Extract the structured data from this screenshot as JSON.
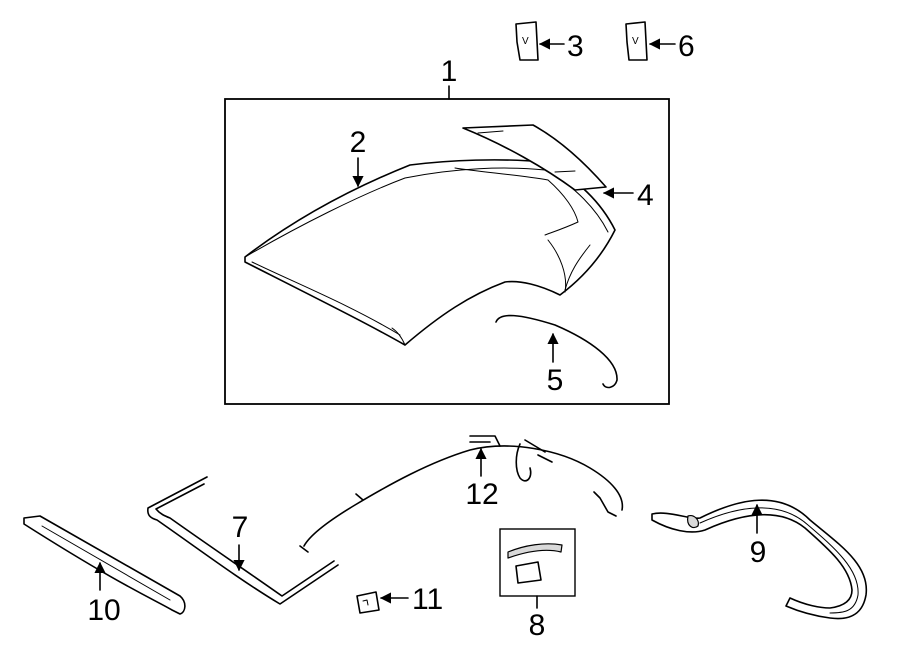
{
  "callouts": {
    "c1": "1",
    "c2": "2",
    "c3": "3",
    "c4": "4",
    "c5": "5",
    "c6": "6",
    "c7": "7",
    "c8": "8",
    "c9": "9",
    "c10": "10",
    "c11": "11",
    "c12": "12"
  },
  "clip_marks": {
    "c3_mark": "V",
    "c6_mark": "V"
  },
  "colors": {
    "line": "#000000",
    "background": "#ffffff",
    "shade": "#d9d9d9"
  }
}
